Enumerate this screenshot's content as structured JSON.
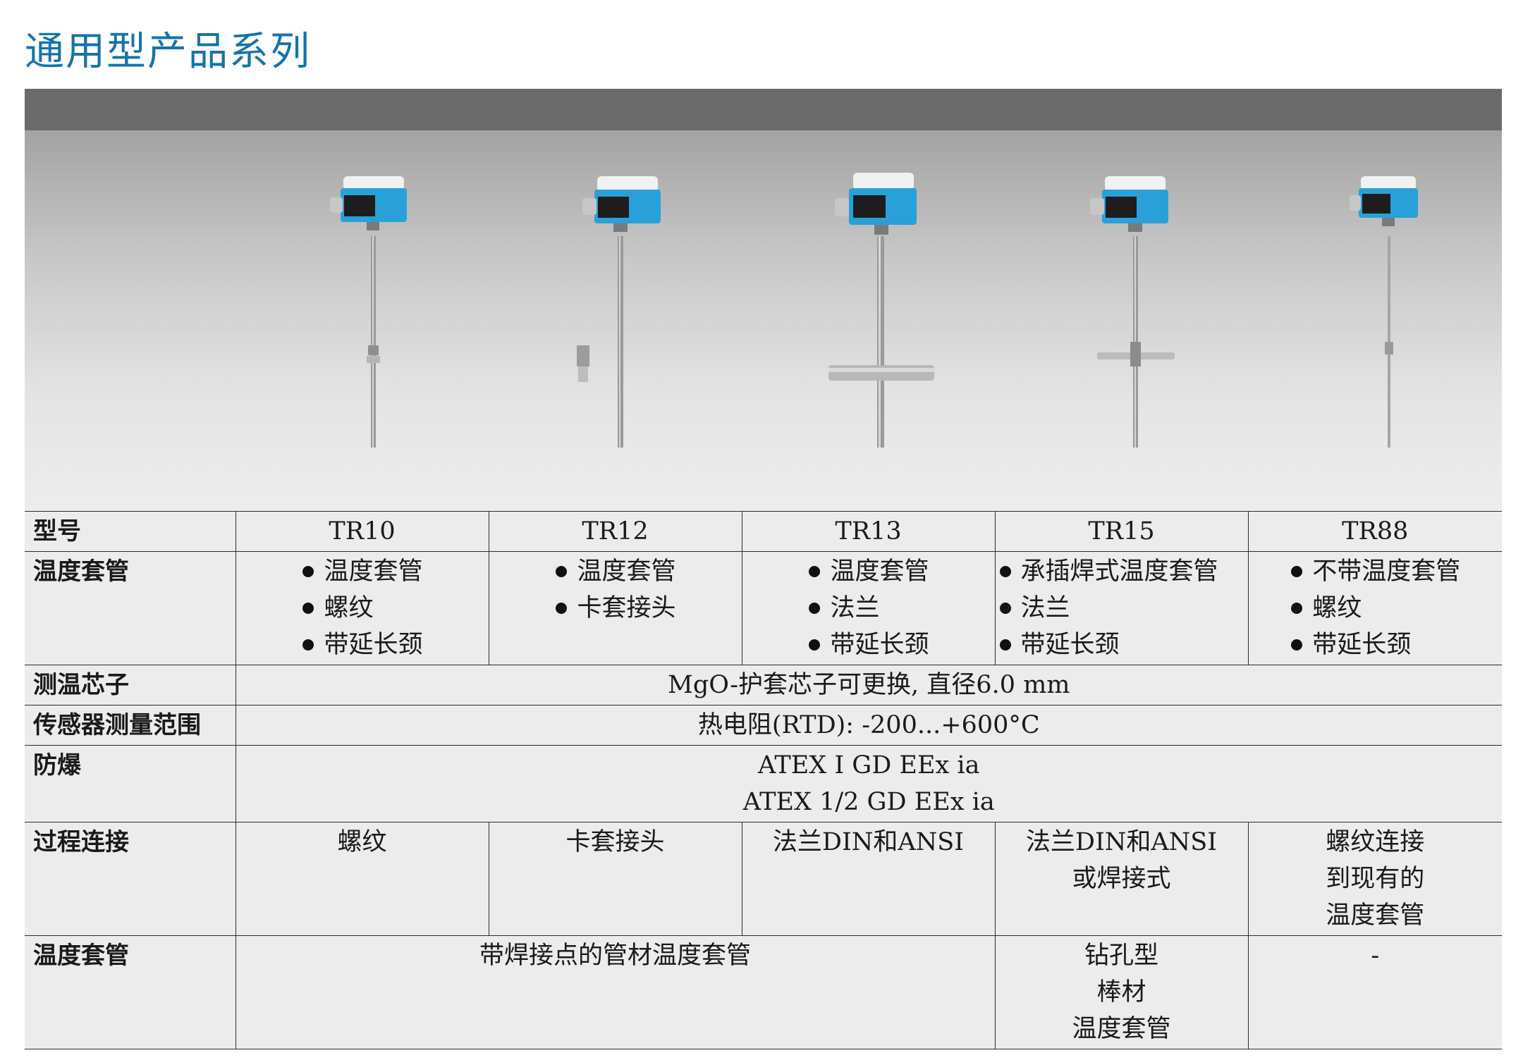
{
  "title": "通用型产品系列",
  "colors": {
    "title": "#1673a8",
    "band": "#6b6b6b",
    "housing": "#2aa0d8"
  },
  "products": [
    "TR10",
    "TR12",
    "TR13",
    "TR15",
    "TR88"
  ],
  "table": {
    "rows": [
      {
        "label": "型号",
        "cells": [
          "TR10",
          "TR12",
          "TR13",
          "TR15",
          "TR88"
        ]
      },
      {
        "label": "温度套管",
        "bullets": [
          [
            "温度套管",
            "螺纹",
            "带延长颈"
          ],
          [
            "温度套管",
            "卡套接头"
          ],
          [
            "温度套管",
            "法兰",
            "带延长颈"
          ],
          [
            "承插焊式温度套管",
            "法兰",
            "带延长颈"
          ],
          [
            "不带温度套管",
            "螺纹",
            "带延长颈"
          ]
        ]
      },
      {
        "label": "测温芯子",
        "merged": "MgO-护套芯子可更换, 直径6.0 mm"
      },
      {
        "label": "传感器测量范围",
        "merged": "热电阻(RTD):  -200...+600°C"
      },
      {
        "label": "防爆",
        "merged_lines": [
          "ATEX I GD EEx ia",
          "ATEX 1/2 GD EEx ia"
        ]
      },
      {
        "label": "过程连接",
        "lines": [
          [
            "螺纹"
          ],
          [
            "卡套接头"
          ],
          [
            "法兰DIN和ANSI"
          ],
          [
            "法兰DIN和ANSI",
            "或焊接式"
          ],
          [
            "螺纹连接",
            "到现有的",
            "温度套管"
          ]
        ]
      },
      {
        "label": "温度套管",
        "span3": "带焊接点的管材温度套管",
        "col4": [
          "钻孔型",
          "棒材",
          "温度套管"
        ],
        "col5": "-"
      }
    ]
  }
}
